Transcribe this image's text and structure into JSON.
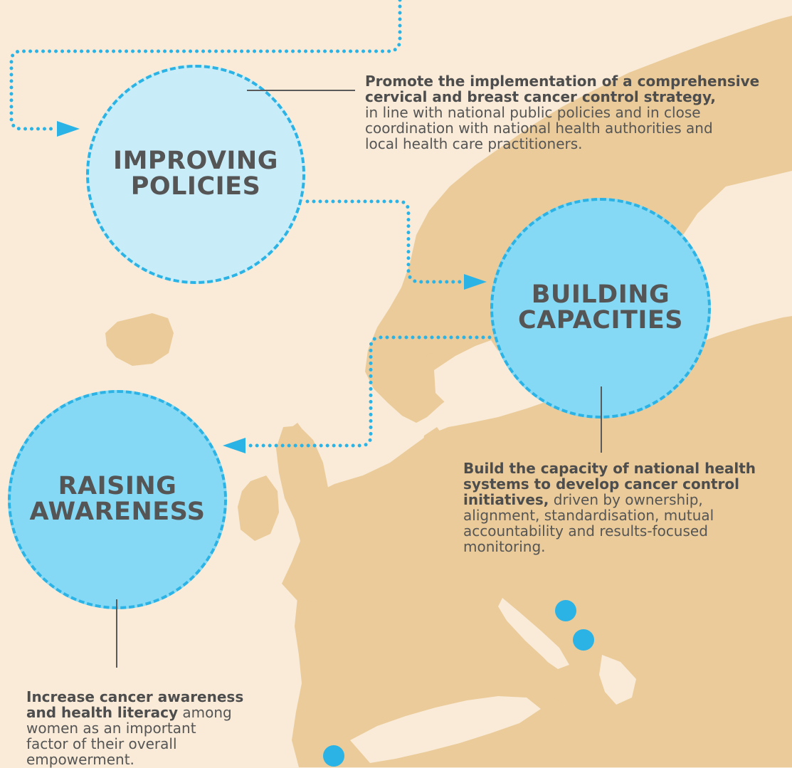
{
  "colors": {
    "background": "#f9ebd8",
    "land": "#eacb99",
    "accent_blue": "#2bb3e6",
    "circle_light": "#c8ecf8",
    "circle_medium": "#86d9f4",
    "text": "#555555"
  },
  "improving_policies": {
    "label_line1": "IMPROVING",
    "label_line2": "POLICIES",
    "description_bold_1": "Promote the implementation of a comprehensive",
    "description_bold_2": "cervical and breast cancer control strategy,",
    "description_rest_1": "in line with national public policies and in close",
    "description_rest_2": "coordination with national health authorities and",
    "description_rest_3": "local health care practitioners."
  },
  "building_capacities": {
    "label_line1": "BUILDING",
    "label_line2": "CAPACITIES",
    "description_bold_1": "Build the capacity of national health",
    "description_bold_2": "systems to develop cancer control",
    "description_bold_3": "initiatives,",
    "description_rest_1": " driven by ownership,",
    "description_rest_2": "alignment, standardisation, mutual",
    "description_rest_3": "accountability and results-focused",
    "description_rest_4": "monitoring."
  },
  "raising_awareness": {
    "label_line1": "RAISING",
    "label_line2": "AWARENESS",
    "description_bold_1": "Increase cancer awareness",
    "description_bold_2": "and health literacy",
    "description_rest_1": " among",
    "description_rest_2": "women as an important",
    "description_rest_3": "factor of their overall",
    "description_rest_4": "empowerment."
  }
}
